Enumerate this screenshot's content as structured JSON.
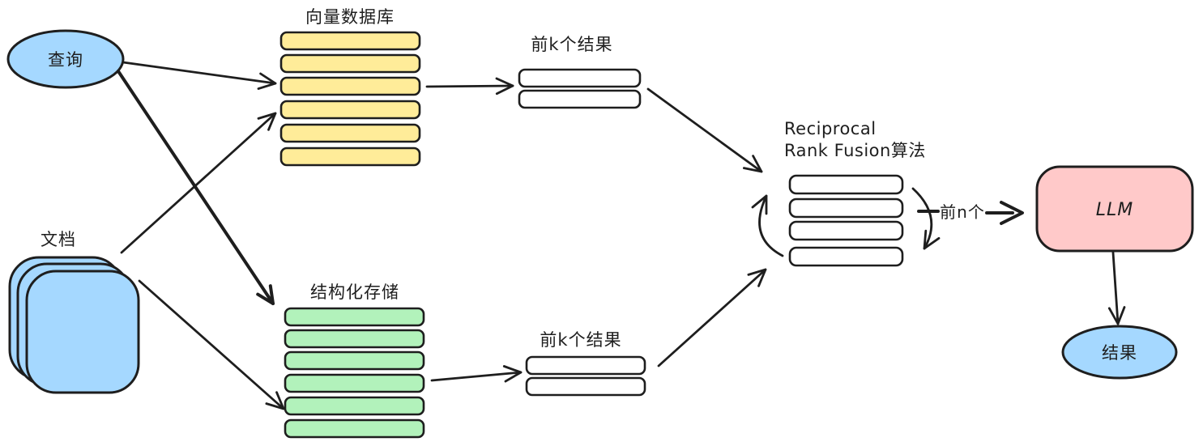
{
  "colors": {
    "stroke": "#1e1e1e",
    "node_blue": "#a5d8ff",
    "bar_yellow": "#ffec99",
    "bar_green": "#b2f2bb",
    "bar_white": "#ffffff",
    "llm_pink": "#ffc9c9",
    "background": "#ffffff"
  },
  "nodes": {
    "query": {
      "label": "查询"
    },
    "documents": {
      "label": "文档",
      "card_count": 3
    },
    "vector_db": {
      "label": "向量数据库",
      "bar_count": 6
    },
    "topk_vector": {
      "label": "前k个结果",
      "bar_count": 2
    },
    "structured_storage": {
      "label": "结构化存储",
      "bar_count": 6
    },
    "topk_structured": {
      "label": "前k个结果",
      "bar_count": 2
    },
    "rrf": {
      "label_line1": "Reciprocal",
      "label_line2": "Rank Fusion算法",
      "bar_count": 4
    },
    "llm": {
      "label": "LLM"
    },
    "result": {
      "label": "结果"
    }
  },
  "edges": {
    "top_n": {
      "label": "前n个"
    }
  }
}
